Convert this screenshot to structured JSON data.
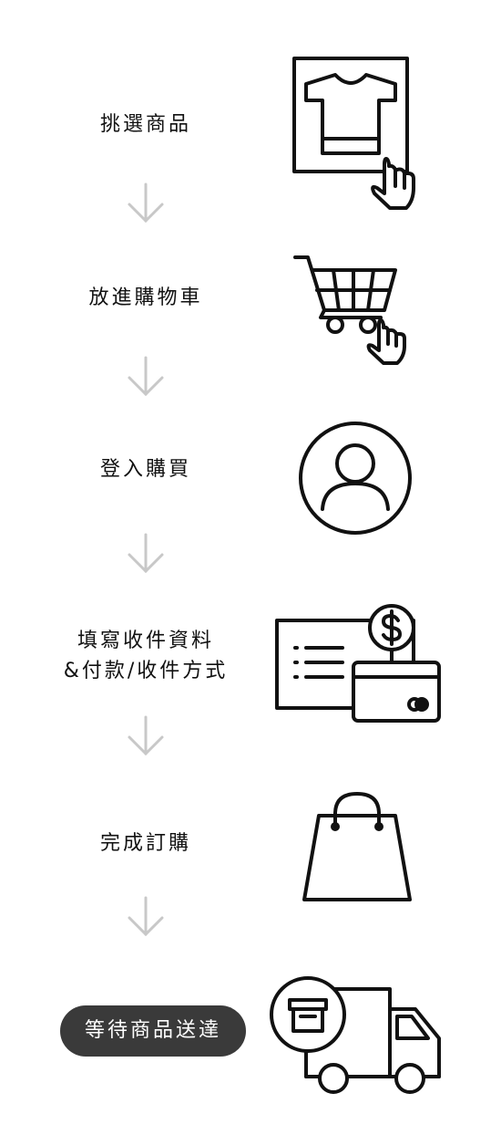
{
  "steps": [
    {
      "label": "挑選商品",
      "icon": "tshirt-click-icon"
    },
    {
      "label": "放進購物車",
      "icon": "shopping-cart-click-icon"
    },
    {
      "label": "登入購買",
      "icon": "user-icon"
    },
    {
      "label_line1": "填寫收件資料",
      "label_line2": "&付款/收件方式",
      "icon": "checkout-payment-icon"
    },
    {
      "label": "完成訂購",
      "icon": "shopping-bag-icon"
    },
    {
      "label": "等待商品送達",
      "icon": "delivery-truck-icon"
    }
  ],
  "connector_icon": "arrow-down-icon",
  "colors": {
    "stroke": "#111111",
    "arrow": "#c8c8c8",
    "pill": "#3a3a3a",
    "pill_text": "#ffffff"
  }
}
